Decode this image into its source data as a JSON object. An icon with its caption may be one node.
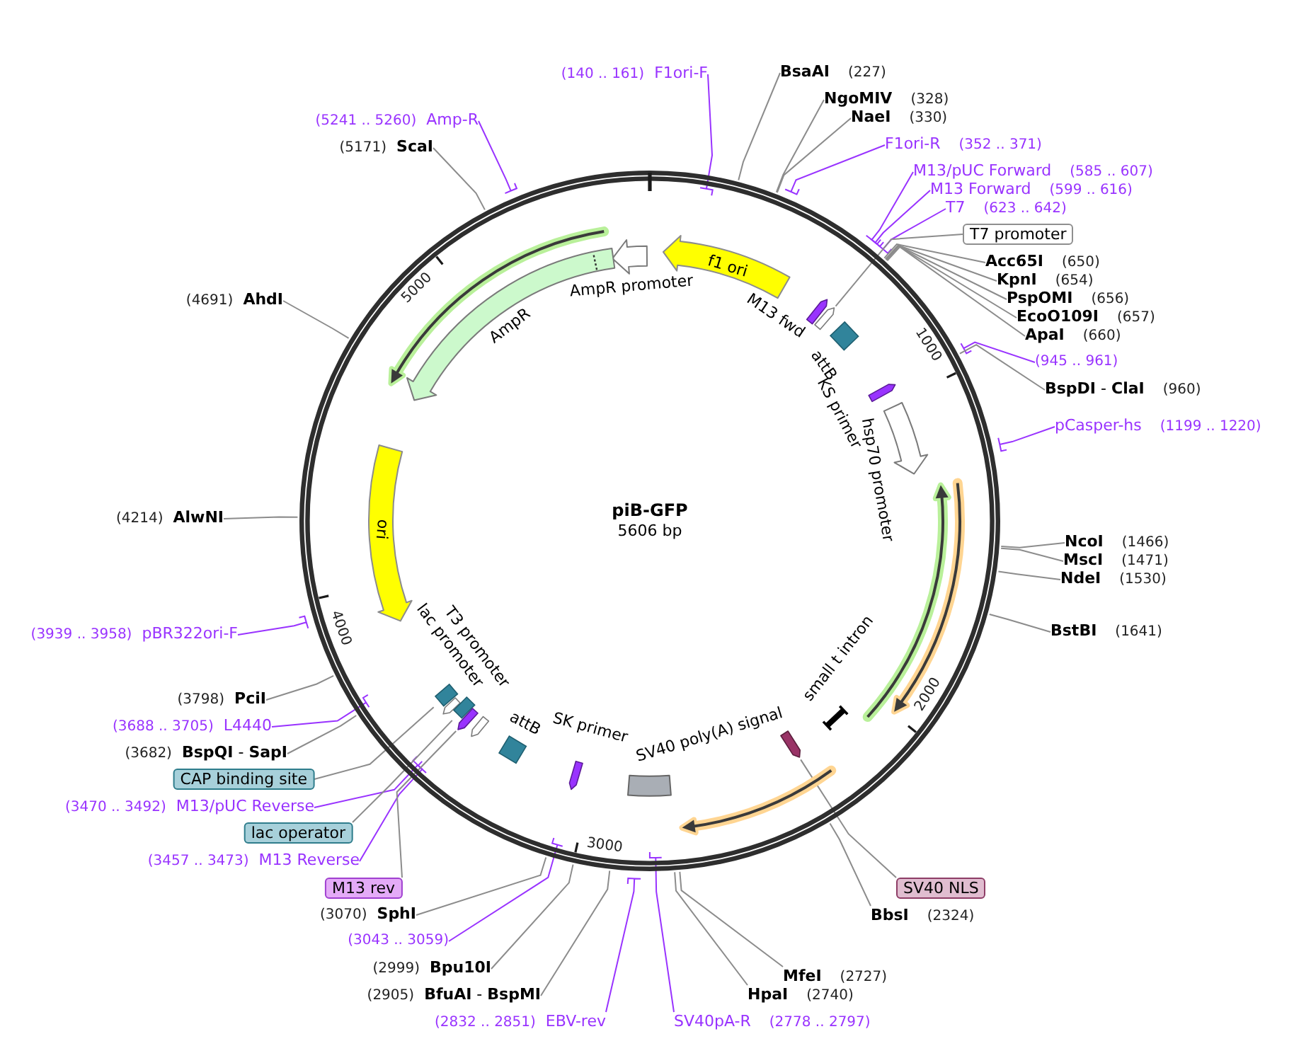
{
  "diagram": {
    "nodes": [
      {
        "text": [
          "piB-GFP",
          "5606 bp"
        ]
      },
      {
        "text": [
          "(140 .. 161)",
          "F1ori-F"
        ]
      },
      {
        "text": [
          "BsaAI",
          "(227)"
        ]
      },
      {
        "text": [
          "NgoMIV",
          "(328)"
        ]
      },
      {
        "text": [
          "(5241 .. 5260)",
          "Amp-R"
        ]
      },
      {
        "text": [
          "NaeI",
          "(330)"
        ]
      },
      {
        "text": [
          "(5171)",
          "ScaI"
        ]
      },
      {
        "text": [
          "F1ori-R",
          "(352 .. 371)"
        ]
      },
      {
        "text": [
          "M13/pUC Forward",
          "(585 .. 607)"
        ]
      },
      {
        "text": [
          "M13 Forward",
          "(599 .. 616)"
        ]
      },
      {
        "text": [
          "T7",
          "(623 .. 642)"
        ]
      },
      {
        "text": [
          "T7 promoter"
        ]
      },
      {
        "text": [
          "Acc65I",
          "(650)"
        ]
      },
      {
        "text": [
          "KpnI",
          "(654)"
        ]
      },
      {
        "text": [
          "(4691)",
          "AhdI"
        ]
      },
      {
        "text": [
          "PspOMI",
          "(656)"
        ]
      },
      {
        "text": [
          "EcoO109I",
          "(657)"
        ]
      },
      {
        "text": [
          "ApaI",
          "(660)"
        ]
      },
      {
        "text": [
          "(945 .. 961)"
        ]
      },
      {
        "text": [
          "**BspDI** - **ClaI**",
          "(960)"
        ]
      },
      {
        "text": [
          "pCasper-hs",
          "(1199 .. 1220)"
        ]
      },
      {
        "text": [
          "(4214)",
          "AlwNI"
        ]
      },
      {
        "text": [
          "NcoI",
          "(1466)"
        ]
      },
      {
        "text": [
          "MscI",
          "(1471)"
        ]
      },
      {
        "text": [
          "NdeI",
          "(1530)"
        ]
      },
      {
        "text": [
          "(3939 .. 3958)",
          "pBR322ori-F"
        ]
      },
      {
        "text": [
          "BstBI",
          "(1641)"
        ]
      },
      {
        "text": [
          "(3798)",
          "PciI"
        ]
      },
      {
        "text": [
          "(3688 .. 3705)",
          "L4440"
        ]
      },
      {
        "text": [
          "(3682)",
          "**BspQI** - **SapI**"
        ]
      },
      {
        "text": [
          "CAP binding site"
        ]
      },
      {
        "text": [
          "(3470 .. 3492)",
          "M13/pUC Reverse"
        ]
      },
      {
        "text": [
          "lac operator"
        ]
      },
      {
        "text": [
          "(3457 .. 3473)",
          "M13 Reverse"
        ]
      },
      {
        "text": [
          "M13 rev"
        ]
      },
      {
        "text": [
          "SV40 NLS"
        ]
      },
      {
        "text": [
          "(3070)",
          "SphI"
        ]
      },
      {
        "text": [
          "BbsI",
          "(2324)"
        ]
      },
      {
        "text": [
          "(3043 .. 3059)"
        ]
      },
      {
        "text": [
          "(2999)",
          "Bpu10I"
        ]
      },
      {
        "text": [
          "MfeI",
          "(2727)"
        ]
      },
      {
        "text": [
          "(2905)",
          "**BfuAI** - **BspMI**"
        ]
      },
      {
        "text": [
          "HpaI",
          "(2740)"
        ]
      },
      {
        "text": [
          "(2832 .. 2851)",
          "EBV-rev"
        ]
      },
      {
        "text": [
          "SV40pA-R",
          "(2778 .. 2797)"
        ]
      },
      {
        "text": [
          "f1 ori"
        ],
        "in": 0
      },
      {
        "text": [
          "AmpR promoter"
        ],
        "in": 0
      },
      {
        "text": [
          "M13 fwd"
        ],
        "in": 0
      },
      {
        "text": [],
        "shape": "arrow",
        "in": 0
      },
      {
        "text": [
          "AmpR"
        ],
        "in": 0
      },
      {
        "text": [
          "attB"
        ],
        "in": 0
      },
      {
        "text": [
          "KS primer"
        ],
        "in": 0
      },
      {
        "text": [
          "hsp70 promoter"
        ],
        "in": 0
      },
      {
        "text": [
          "ori"
        ],
        "in": 0
      },
      {
        "text": [
          "lac promoter"
        ],
        "in": 0
      },
      {
        "text": [
          "T3 promoter"
        ],
        "in": 0
      },
      {
        "text": [
          "small t intron"
        ],
        "in": 0
      },
      {
        "text": [],
        "shape": "box",
        "in": 0
      },
      {
        "text": [],
        "shape": "box",
        "in": 0
      },
      {
        "text": [],
        "shape": "arrow",
        "in": 0
      },
      {
        "text": [
          "SK primer"
        ],
        "in": 0
      },
      {
        "text": [
          "attB"
        ],
        "in": 0
      },
      {
        "text": [
          "SV40 poly(A) signal"
        ],
        "in": 0
      },
      {
        "text": [],
        "shape": "arrow",
        "in": 0
      }
    ],
    "edges": [
      {
        "from": 1,
        "to": 0,
        "arrow": "none",
        "color": "#9933ff"
      },
      {
        "from": 2,
        "to": 0,
        "arrow": "none"
      },
      {
        "from": 3,
        "to": 0,
        "arrow": "none"
      },
      {
        "from": 4,
        "to": 0,
        "arrow": "none",
        "color": "#9933ff"
      },
      {
        "from": 5,
        "to": 0,
        "arrow": "none"
      },
      {
        "from": 6,
        "to": 0,
        "arrow": "none"
      },
      {
        "from": 7,
        "to": 0,
        "arrow": "none",
        "color": "#9933ff"
      },
      {
        "from": 8,
        "to": 0,
        "arrow": "none",
        "color": "#9933ff"
      },
      {
        "from": 9,
        "to": 0,
        "arrow": "none",
        "color": "#9933ff"
      },
      {
        "from": 10,
        "to": 0,
        "arrow": "none",
        "color": "#9933ff"
      },
      {
        "from": 11,
        "to": 48,
        "arrow": "none"
      },
      {
        "from": 12,
        "to": 0,
        "arrow": "none"
      },
      {
        "from": 13,
        "to": 0,
        "arrow": "none"
      },
      {
        "from": 14,
        "to": 0,
        "arrow": "none"
      },
      {
        "from": 15,
        "to": 0,
        "arrow": "none"
      },
      {
        "from": 16,
        "to": 0,
        "arrow": "none"
      },
      {
        "from": 17,
        "to": 0,
        "arrow": "none"
      },
      {
        "from": 18,
        "to": 0,
        "arrow": "none",
        "color": "#9933ff"
      },
      {
        "from": 19,
        "to": 0,
        "arrow": "none"
      },
      {
        "from": 20,
        "to": 0,
        "arrow": "none",
        "color": "#9933ff"
      },
      {
        "from": 21,
        "to": 0,
        "arrow": "none"
      },
      {
        "from": 22,
        "to": 0,
        "arrow": "none"
      },
      {
        "from": 23,
        "to": 0,
        "arrow": "none"
      },
      {
        "from": 24,
        "to": 0,
        "arrow": "none"
      },
      {
        "from": 25,
        "to": 0,
        "arrow": "none",
        "color": "#9933ff"
      },
      {
        "from": 26,
        "to": 0,
        "arrow": "none"
      },
      {
        "from": 27,
        "to": 0,
        "arrow": "none"
      },
      {
        "from": 28,
        "to": 0,
        "arrow": "none",
        "color": "#9933ff"
      },
      {
        "from": 29,
        "to": 0,
        "arrow": "none"
      },
      {
        "from": 30,
        "to": 57,
        "arrow": "none"
      },
      {
        "from": 31,
        "to": 0,
        "arrow": "none",
        "color": "#9933ff"
      },
      {
        "from": 32,
        "to": 58,
        "arrow": "none"
      },
      {
        "from": 33,
        "to": 0,
        "arrow": "none",
        "color": "#9933ff"
      },
      {
        "from": 34,
        "to": 59,
        "arrow": "none"
      },
      {
        "from": 35,
        "to": 63,
        "arrow": "none"
      },
      {
        "from": 36,
        "to": 0,
        "arrow": "none"
      },
      {
        "from": 37,
        "to": 0,
        "arrow": "none"
      },
      {
        "from": 38,
        "to": 0,
        "arrow": "none",
        "color": "#9933ff"
      },
      {
        "from": 39,
        "to": 0,
        "arrow": "none"
      },
      {
        "from": 40,
        "to": 0,
        "arrow": "none"
      },
      {
        "from": 41,
        "to": 0,
        "arrow": "none"
      },
      {
        "from": 42,
        "to": 0,
        "arrow": "none"
      },
      {
        "from": 43,
        "to": 0,
        "arrow": "none",
        "color": "#9933ff"
      },
      {
        "from": 44,
        "to": 0,
        "arrow": "none",
        "color": "#9933ff"
      }
    ],
    "labels": [
      "5000",
      "1000",
      "4000",
      "2000",
      "3000"
    ]
  }
}
